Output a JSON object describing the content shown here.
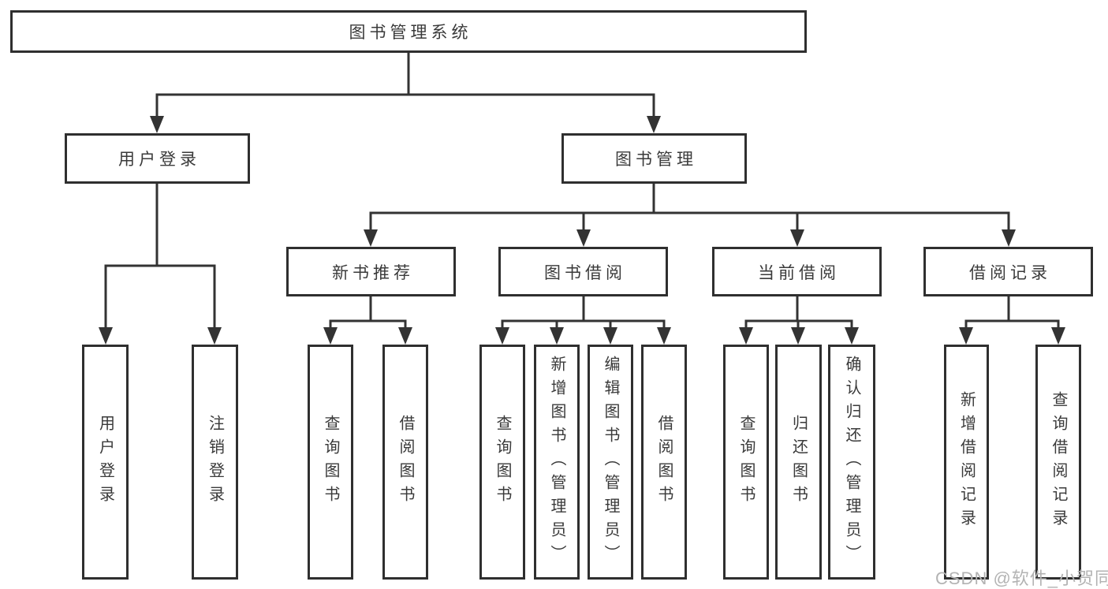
{
  "diagram": {
    "title": "图书管理系统",
    "level2": {
      "user_login": "用户登录",
      "book_mgmt": "图书管理"
    },
    "level3": {
      "new_book": "新书推荐",
      "book_borrow": "图书借阅",
      "current_borrow": "当前借阅",
      "borrow_record": "借阅记录"
    },
    "leaves": {
      "user_login": "用户登录",
      "logout": "注销登录",
      "query_book_1": "查询图书",
      "borrow_book_1": "借阅图书",
      "query_book_2": "查询图书",
      "add_book": "新增图书（管理员）",
      "edit_book": "编辑图书（管理员）",
      "borrow_book_2": "借阅图书",
      "query_book_3": "查询图书",
      "return_book": "归还图书",
      "confirm_return": "确认归还（管理员）",
      "add_record": "新增借阅记录",
      "query_record": "查询借阅记录"
    }
  },
  "watermark": "CSDN @软件_小贺同学",
  "colors": {
    "line": "#333333",
    "border": "#2f2f2f",
    "text": "#3a3a3a",
    "watermark": "#b3b3b3",
    "background": "#ffffff"
  }
}
